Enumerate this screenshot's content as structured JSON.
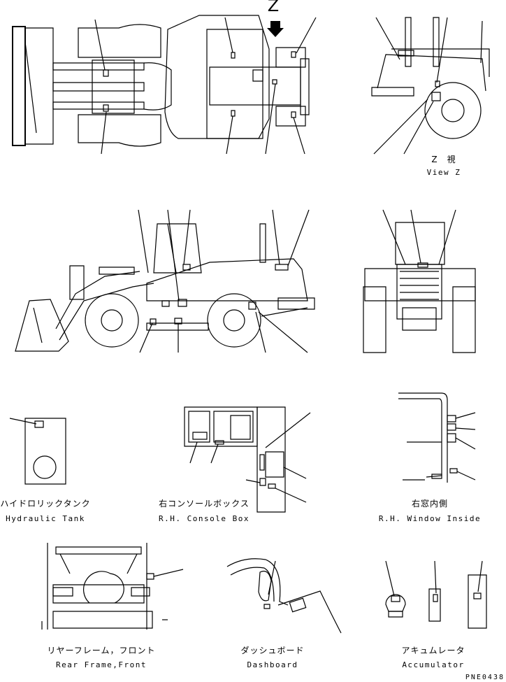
{
  "view_marker": "Z",
  "views": {
    "view_z": {
      "jp": "Z　視",
      "en": "View Z"
    },
    "hydraulic_tank": {
      "jp": "ハイドロリックタンク",
      "en": "Hydraulic Tank"
    },
    "console_box": {
      "jp": "右コンソールボックス",
      "en": "R.H. Console Box"
    },
    "window_inside": {
      "jp": "右窓内側",
      "en": "R.H. Window Inside"
    },
    "rear_frame": {
      "jp": "リヤーフレーム，フロント",
      "en": "Rear Frame,Front"
    },
    "dashboard": {
      "jp": "ダッシュボード",
      "en": "Dashboard"
    },
    "accumulator": {
      "jp": "アキュムレータ",
      "en": "Accumulator"
    }
  },
  "drawing_code": "PNE0438"
}
